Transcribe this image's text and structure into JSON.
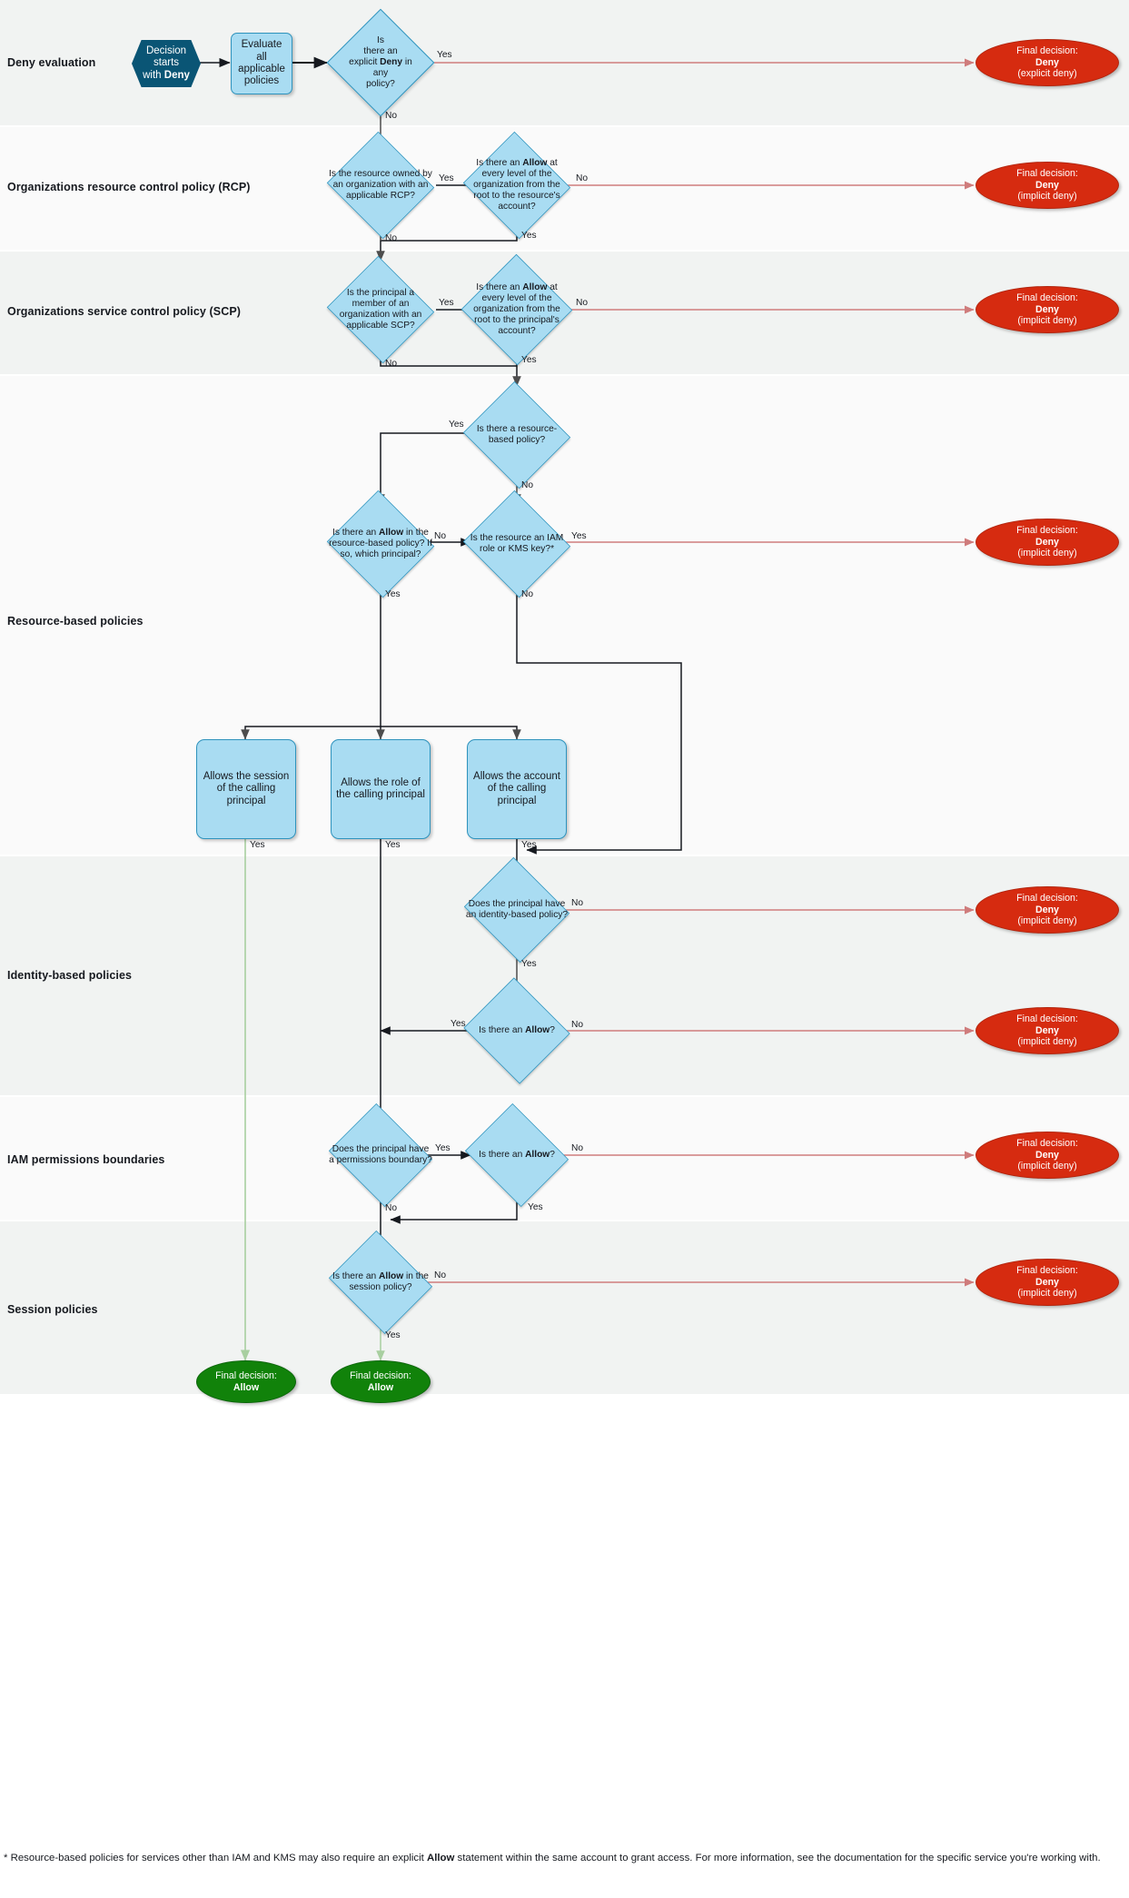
{
  "diagram": {
    "title": "AWS IAM policy evaluation logic flowchart",
    "colors": {
      "decision_fill": "#a9dcf2",
      "decision_stroke": "#2e93bd",
      "start_fill": "#0a5575",
      "deny_fill": "#d62b10",
      "allow_fill": "#11820a",
      "deny_edge": "#cf7c7c",
      "allow_edge": "#a8cfa0",
      "edge": "#4d4d4d",
      "band_a": "#f1f3f2",
      "band_b": "#fafafa"
    }
  },
  "bands": [
    {
      "id": "deny-evaluation",
      "label": "Deny evaluation"
    },
    {
      "id": "rcp",
      "label": "Organizations resource control policy (RCP)"
    },
    {
      "id": "scp",
      "label": "Organizations service control policy (SCP)"
    },
    {
      "id": "resource-based",
      "label": "Resource-based policies"
    },
    {
      "id": "identity-based",
      "label": "Identity-based policies"
    },
    {
      "id": "permissions-boundaries",
      "label": "IAM permissions boundaries"
    },
    {
      "id": "session-policies",
      "label": "Session policies"
    }
  ],
  "nodes": {
    "start": {
      "line1": "Decision starts",
      "line2": "with ",
      "bold2": "Deny"
    },
    "evaluate": {
      "text": "Evaluate all applicable policies"
    },
    "explicit_deny": {
      "p1": "Is",
      "p2": "there an",
      "p3_a": "explicit ",
      "p3_b": "Deny",
      "p3_c": " in any",
      "p4": "policy?"
    },
    "final_explicit_deny": {
      "l1": "Final decision:",
      "l2": "Deny",
      "l3": "(explicit deny)"
    },
    "rcp_owned": {
      "text": "Is the resource owned by an organization with an applicable RCP?"
    },
    "rcp_allow": {
      "pre": "Is there an ",
      "bold": "Allow",
      "post": " at every level of the organization from the root to the resource's account?"
    },
    "final_rcp_deny": {
      "l1": "Final decision:",
      "l2": "Deny",
      "l3": "(implicit deny)"
    },
    "scp_member": {
      "text": "Is the principal a member of an organization with an applicable SCP?"
    },
    "scp_allow": {
      "pre": "Is there an ",
      "bold": "Allow",
      "post": " at every level of the organization from the root to the principal's account?"
    },
    "final_scp_deny": {
      "l1": "Final decision:",
      "l2": "Deny",
      "l3": "(implicit deny)"
    },
    "has_resource_policy": {
      "text": "Is there a resource-based policy?"
    },
    "rbp_allow": {
      "pre": "Is there an ",
      "bold": "Allow",
      "post": " in the resource-based policy? If so, which principal?"
    },
    "is_iam_role_kms": {
      "text": "Is the resource an IAM role or KMS key?*"
    },
    "final_rbp_deny": {
      "l1": "Final decision:",
      "l2": "Deny",
      "l3": "(implicit deny)"
    },
    "allows_session": {
      "text": "Allows the session of the calling principal"
    },
    "allows_role": {
      "text": "Allows the role of the calling principal"
    },
    "allows_account": {
      "text": "Allows the account of the calling principal"
    },
    "has_identity_policy": {
      "text": "Does the principal have an identity-based policy?"
    },
    "final_identity_deny1": {
      "l1": "Final decision:",
      "l2": "Deny",
      "l3": "(implicit deny)"
    },
    "identity_allow": {
      "pre": "Is there an ",
      "bold": "Allow",
      "post": "?"
    },
    "final_identity_deny2": {
      "l1": "Final decision:",
      "l2": "Deny",
      "l3": "(implicit deny)"
    },
    "has_perm_boundary": {
      "text": "Does the principal have a permissions boundary?"
    },
    "boundary_allow": {
      "pre": "Is there an ",
      "bold": "Allow",
      "post": "?"
    },
    "final_boundary_deny": {
      "l1": "Final decision:",
      "l2": "Deny",
      "l3": "(implicit deny)"
    },
    "session_allow": {
      "pre": "Is there an ",
      "bold": "Allow",
      "post": " in the session policy?"
    },
    "final_session_deny": {
      "l1": "Final decision:",
      "l2": "Deny",
      "l3": "(implicit deny)"
    },
    "final_allow_left": {
      "l1": "Final decision:",
      "l2": "Allow"
    },
    "final_allow_right": {
      "l1": "Final decision:",
      "l2": "Allow"
    }
  },
  "edge_labels": {
    "explicit_deny_yes": "Yes",
    "explicit_deny_no": "No",
    "rcp_owned_yes": "Yes",
    "rcp_owned_no": "No",
    "rcp_allow_no": "No",
    "rcp_allow_yes": "Yes",
    "scp_member_yes": "Yes",
    "scp_member_no": "No",
    "scp_allow_no": "No",
    "scp_allow_yes": "Yes",
    "has_rbp_yes": "Yes",
    "has_rbp_no": "No",
    "rbp_allow_no": "No",
    "rbp_allow_yes": "Yes",
    "iam_kms_yes": "Yes",
    "iam_kms_no": "No",
    "session_box_yes": "Yes",
    "role_box_yes": "Yes",
    "account_box_yes": "Yes",
    "identity_policy_no": "No",
    "identity_policy_yes": "Yes",
    "identity_allow_no": "No",
    "identity_allow_yes": "Yes",
    "boundary_yes": "Yes",
    "boundary_no": "No",
    "boundary_allow_no": "No",
    "boundary_allow_yes": "Yes",
    "session_allow_no": "No",
    "session_allow_yes": "Yes"
  },
  "footnote": {
    "part1": "* Resource-based policies for services other than IAM and KMS may also require an explicit ",
    "bold": "Allow",
    "part2": " statement within the same account to grant access. For more information, see the documentation for the specific service you're working with."
  }
}
